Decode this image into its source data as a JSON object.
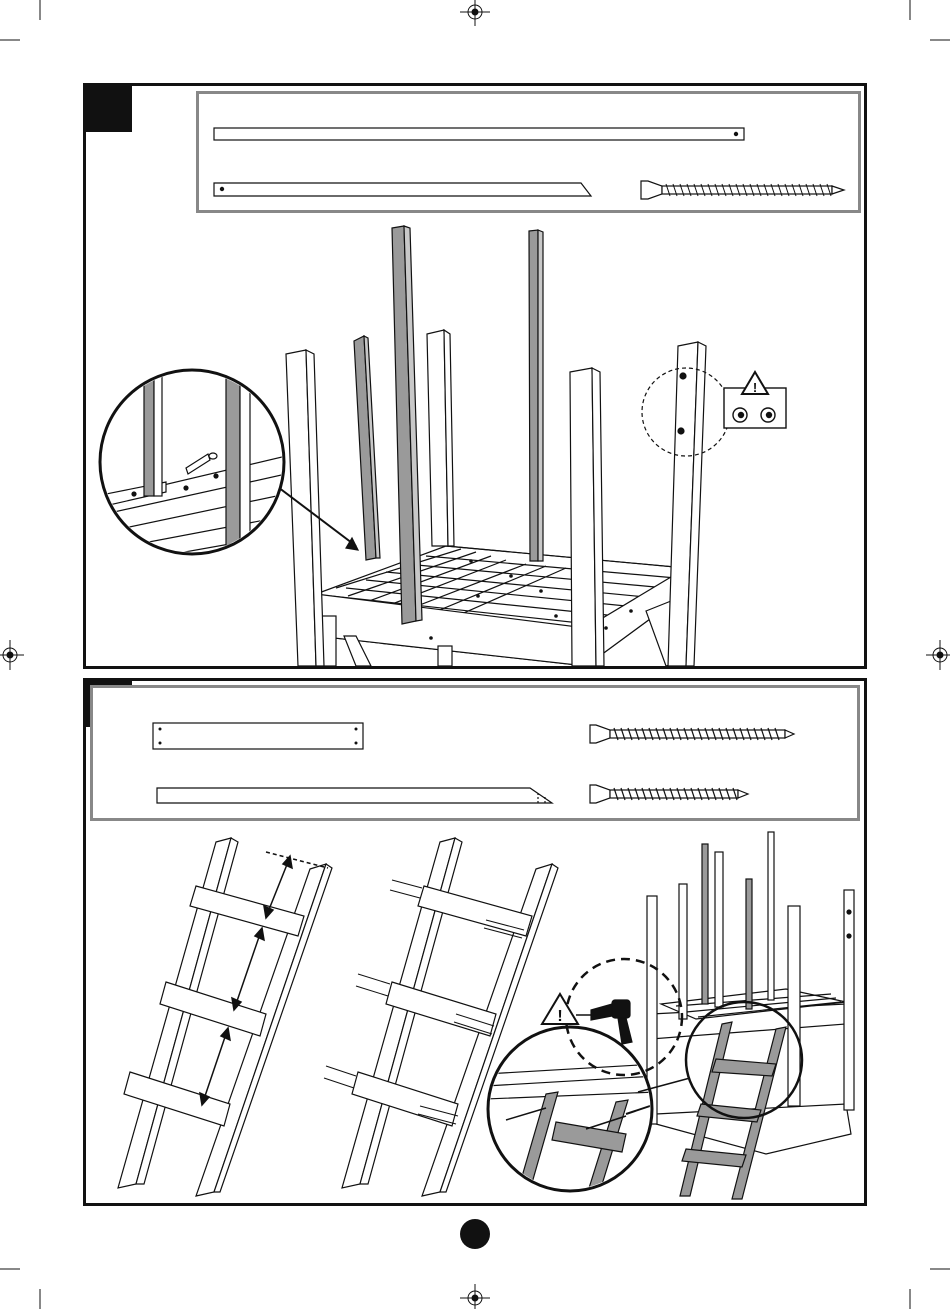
{
  "page": {
    "page_number": "",
    "colors": {
      "ink": "#111111",
      "panel_border": "#888888",
      "stained_wood": "#9a9a9a"
    }
  },
  "step1": {
    "number": "",
    "parts": [
      {
        "name": "long-rail-board"
      },
      {
        "name": "angled-board"
      },
      {
        "name": "wood-screw-long"
      }
    ],
    "caution_icon": "warning-triangle-icon",
    "hole_detail_icon": "pilot-hole-icon"
  },
  "step2": {
    "number": "",
    "parts": [
      {
        "name": "ladder-rung-board"
      },
      {
        "name": "ladder-side-rail"
      },
      {
        "name": "wood-screw-long"
      },
      {
        "name": "wood-screw-short"
      }
    ],
    "caution_icon": "warning-triangle-icon",
    "tool_icon": "power-drill-icon"
  }
}
